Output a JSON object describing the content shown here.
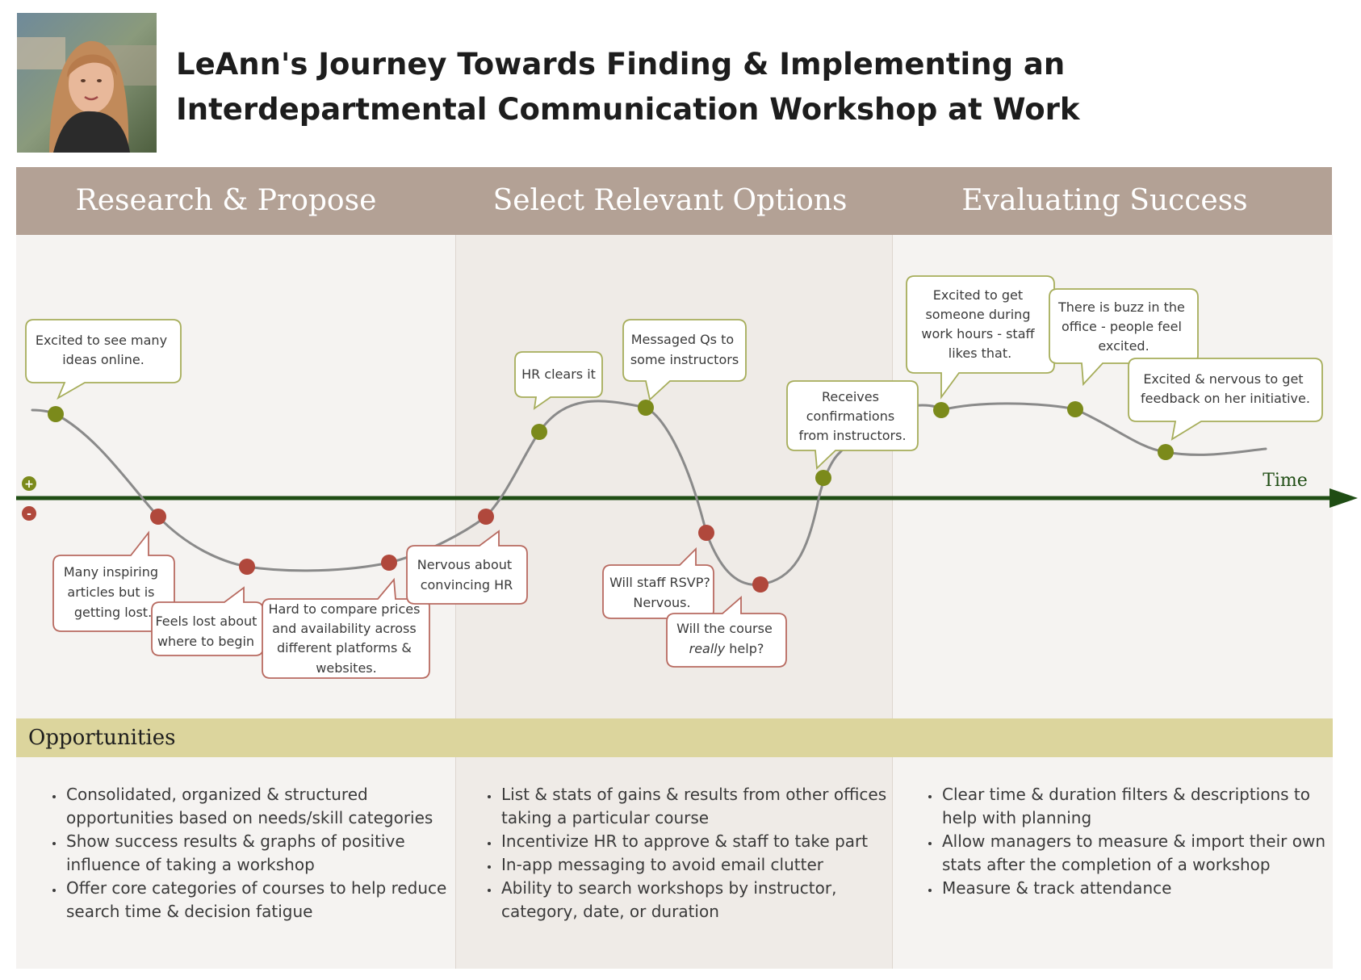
{
  "title": "LeAnn's Journey Towards Finding & Implementing an Interdepartmental Communication Workshop at Work",
  "phases": [
    {
      "title": "Research & Propose"
    },
    {
      "title": "Select Relevant Options"
    },
    {
      "title": "Evaluating Success"
    }
  ],
  "axis": {
    "label": "Time",
    "plus": "+",
    "minus": "-"
  },
  "colors": {
    "band": "#b3a195",
    "column_light": "#f5f3f1",
    "column_mid": "#efebe7",
    "opportunity_band": "#dcd59d",
    "positive": "#7b8a1b",
    "negative": "#b0483c",
    "axis": "#1f4d14",
    "curve": "#8a8a8a"
  },
  "journey_points": [
    {
      "valence": "positive",
      "text": "Excited to see many ideas online."
    },
    {
      "valence": "negative",
      "text": "Many inspiring articles but is getting lost."
    },
    {
      "valence": "negative",
      "text": "Feels lost about where to begin"
    },
    {
      "valence": "negative",
      "text": "Hard to compare prices and availability across different platforms & websites."
    },
    {
      "valence": "negative",
      "text": "Nervous about convincing HR"
    },
    {
      "valence": "positive",
      "text": "HR clears it"
    },
    {
      "valence": "positive",
      "text": "Messaged Qs to some instructors"
    },
    {
      "valence": "negative",
      "text": "Will staff RSVP? Nervous."
    },
    {
      "valence": "negative",
      "text": "Will the course really help?"
    },
    {
      "valence": "positive",
      "text": "Receives confirmations from instructors."
    },
    {
      "valence": "positive",
      "text": "Excited to get someone during work hours - staff likes that."
    },
    {
      "valence": "positive",
      "text": "There is buzz in the office - people feel excited."
    },
    {
      "valence": "positive",
      "text": "Excited & nervous to get feedback on her initiative."
    }
  ],
  "opportunities": {
    "title": "Opportunities",
    "columns": [
      [
        "Consolidated, organized & structured opportunities based on needs/skill categories",
        "Show success results & graphs of positive influence of taking a workshop",
        "Offer core categories of courses to help reduce search time & decision fatigue"
      ],
      [
        "List & stats of gains & results from other offices taking a particular course",
        "Incentivize HR to approve & staff to take part",
        "In-app messaging to avoid email clutter",
        "Ability to search workshops by instructor, category, date, or duration"
      ],
      [
        "Clear time & duration filters & descriptions to help with planning",
        "Allow managers to measure & import their own stats after the completion of a workshop",
        "Measure & track attendance"
      ]
    ]
  }
}
